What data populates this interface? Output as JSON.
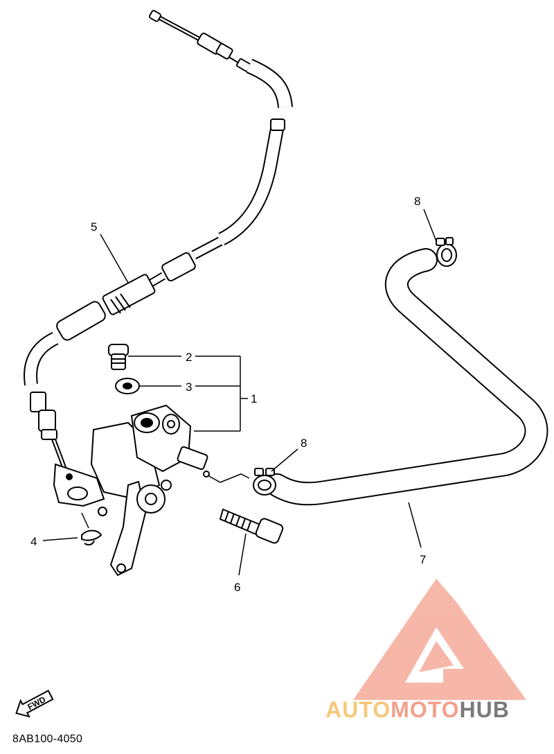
{
  "diagram": {
    "drawing_code": "8AB100-4050",
    "direction_label": "FWD",
    "callouts": [
      "1",
      "2",
      "3",
      "4",
      "5",
      "6",
      "7",
      "8",
      "8"
    ]
  },
  "watermark": {
    "brand_part1": "AUTO",
    "brand_part2": "MOTO",
    "brand_part3": "HUB",
    "logo_color": "#f3a08c",
    "text_colors": [
      "#f7c77a",
      "#f3a08c",
      "#7a7a7a"
    ]
  }
}
